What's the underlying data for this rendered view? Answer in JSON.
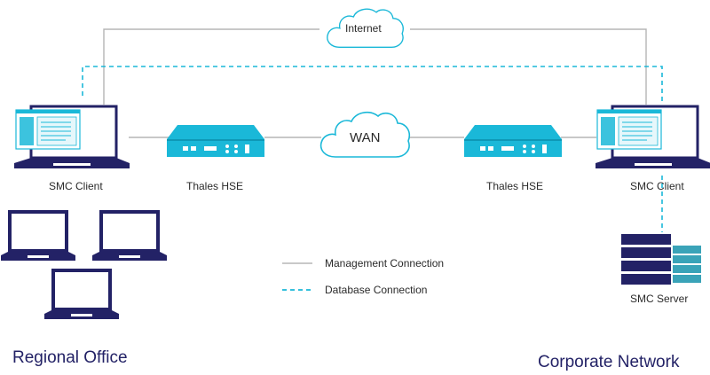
{
  "clouds": {
    "internet": "Internet",
    "wan": "WAN"
  },
  "nodes": {
    "smc_client_left": "SMC Client",
    "hse_left": "Thales HSE",
    "hse_right": "Thales HSE",
    "smc_client_right": "SMC Client",
    "smc_server": "SMC Server"
  },
  "legend": {
    "management": "Management Connection",
    "database": "Database Connection"
  },
  "regions": {
    "regional": "Regional Office",
    "corporate": "Corporate Network"
  },
  "colors": {
    "navy": "#232266",
    "cyan": "#1ab8d8",
    "teal": "#3aa3b8",
    "line_gray": "#b5b5b5"
  }
}
